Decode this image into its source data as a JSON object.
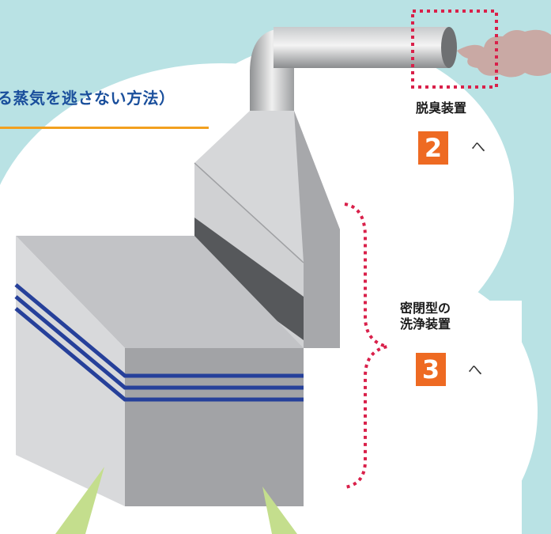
{
  "title": "る蒸気を逃さない方法）",
  "deodorizer": {
    "label": "脱臭装置",
    "number": "2",
    "suffix": "へ"
  },
  "washer": {
    "label_line1": "密閉型の",
    "label_line2": "洗浄装置",
    "number": "3",
    "suffix": "へ"
  },
  "colors": {
    "background": "#b9e2e4",
    "cloud": "#ffffff",
    "title_text": "#1a4f9c",
    "title_rule": "#f2a01f",
    "badge": "#ee6a22",
    "dotted_marker": "#d9204a",
    "stripe": "#26409a",
    "steam": "#c9a9a4",
    "light_beam": "#c4de8d"
  }
}
